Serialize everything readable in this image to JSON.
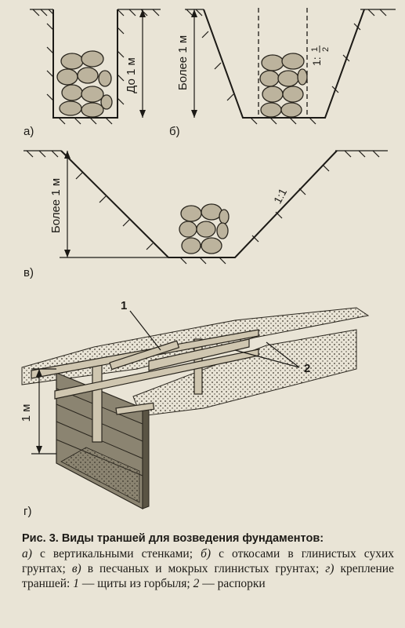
{
  "panels": {
    "a": {
      "letter": "а)",
      "depth_label": "До 1 м"
    },
    "b": {
      "letter": "б)",
      "depth_label": "Более 1 м",
      "slope_label": "1:",
      "slope_num": "1",
      "slope_den": "2"
    },
    "v": {
      "letter": "в)",
      "depth_label": "Более 1 м",
      "slope_label": "1:1"
    },
    "g": {
      "letter": "г)",
      "depth_label": "1 м",
      "callout_1": "1",
      "callout_2": "2"
    }
  },
  "caption": {
    "title": "Рис. 3. Виды траншей для возведения фундаментов:",
    "items": [
      {
        "key": "а)",
        "text": " с вертикальными стенками; "
      },
      {
        "key": "б)",
        "text": " с откосами в глинистых сухих грунтах; "
      },
      {
        "key": "в)",
        "text": " в песчаных и мокрых глинистых грунтах; "
      },
      {
        "key": "г)",
        "text": " крепление траншей: "
      }
    ],
    "legend": [
      {
        "key": "1",
        "text": " — щиты из горбыля; "
      },
      {
        "key": "2",
        "text": " — распорки"
      }
    ]
  }
}
